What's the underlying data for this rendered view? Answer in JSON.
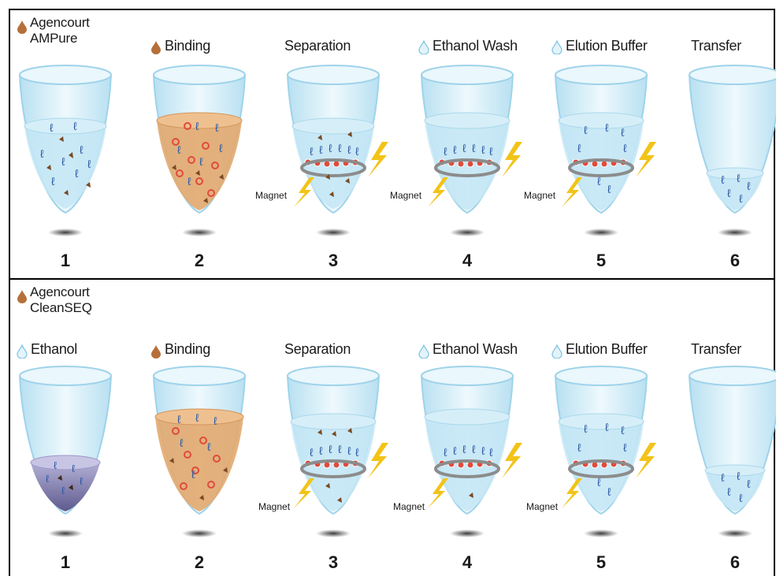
{
  "panels": [
    {
      "kit_label_lines": [
        "Agencourt",
        "AMPure"
      ],
      "steps": [
        {
          "number": "1",
          "label": ""
        },
        {
          "number": "2",
          "label": "Binding"
        },
        {
          "number": "3",
          "label": "Separation"
        },
        {
          "number": "4",
          "label": "Ethanol Wash"
        },
        {
          "number": "5",
          "label": "Elution Buffer"
        },
        {
          "number": "6",
          "label": "Transfer"
        }
      ]
    },
    {
      "kit_label_lines": [
        "Agencourt",
        "CleanSEQ"
      ],
      "steps": [
        {
          "number": "1",
          "label": "Ethanol"
        },
        {
          "number": "2",
          "label": "Binding"
        },
        {
          "number": "3",
          "label": "Separation"
        },
        {
          "number": "4",
          "label": "Ethanol Wash"
        },
        {
          "number": "5",
          "label": "Elution Buffer"
        },
        {
          "number": "6",
          "label": "Transfer"
        }
      ]
    }
  ],
  "magnet_label": "Magnet",
  "colors": {
    "tube_fill": "#dcf1fa",
    "tube_stroke": "#9fd3ea",
    "liquid_clear": "#c4e6f5",
    "liquid_beads": "#e2a86e",
    "liquid_ethanol_dark": "#8f8cb6",
    "bead_red": "#e04b3c",
    "dna_blue": "#2f5aa3",
    "debris_brown": "#7a4a24",
    "lightning": "#f2c318",
    "ring": "#8c8c8c",
    "drop_brown": "#b5703a",
    "drop_blue": "#9fd6ee"
  },
  "icons": {
    "brown_drop": "brown-drop-icon",
    "blue_drop": "blue-drop-icon",
    "lightning": "lightning-bolt-icon"
  }
}
